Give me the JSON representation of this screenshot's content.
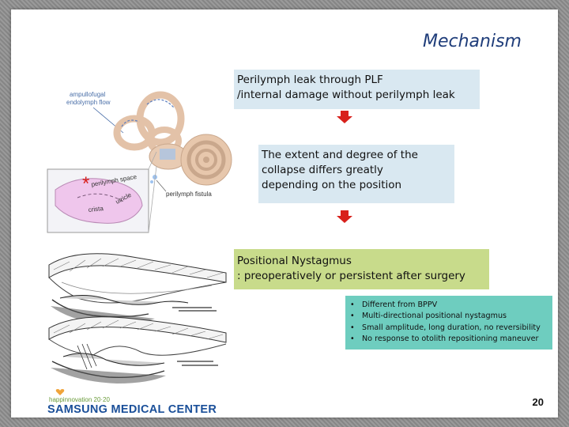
{
  "slide": {
    "title": "Mechanism",
    "page_number": "20"
  },
  "flow": {
    "box1": [
      "Perilymph leak through PLF",
      "/internal damage without perilymph leak"
    ],
    "box2": [
      "The extent and degree of the",
      "collapse differs greatly",
      "depending on the position"
    ],
    "box3": [
      "Positional Nystagmus",
      ": preoperatively or persistent after surgery"
    ],
    "bullets": [
      "Different from BPPV",
      "Multi-directional positional nystagmus",
      "Small amplitude, long duration, no reversibility",
      "No response to otolith repositioning maneuver"
    ],
    "bullet_symbol": "•"
  },
  "figure_labels": {
    "ampullofugal_1": "ampullofugal",
    "ampullofugal_2": "endolymph flow",
    "perilymph_fistula": "perilymph fistula",
    "perilymph_space": "perilymph space",
    "utricle": "utricle",
    "crista": "crista",
    "asterisk": "*"
  },
  "logo": {
    "tagline": "happinnovation 20·20",
    "name": "SAMSUNG MEDICAL CENTER"
  },
  "colors": {
    "title": "#1f3d7a",
    "box_blue": "#d9e8f1",
    "box_green": "#c8db8b",
    "box_teal": "#6ecdbf",
    "arrow_red": "#d8201b",
    "logo_blue": "#1a4f99"
  }
}
